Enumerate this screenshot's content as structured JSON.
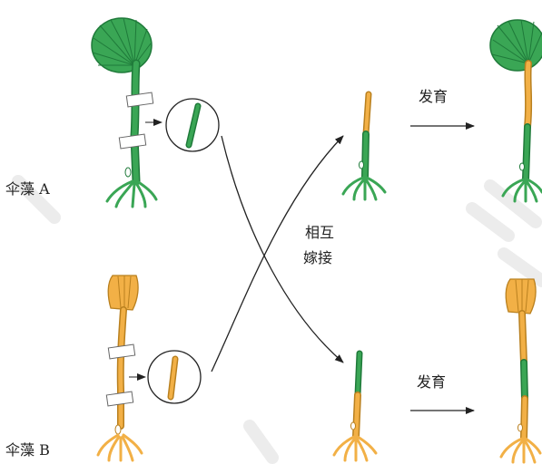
{
  "labels": {
    "alga_a": "伞藻 A",
    "alga_b": "伞藻 B",
    "graft_line1": "相互",
    "graft_line2": "嫁接",
    "develop_top": "发育",
    "develop_bottom": "发育"
  },
  "colors": {
    "green": "#3aa655",
    "green_dark": "#1f7a3a",
    "orange": "#f2b046",
    "orange_dark": "#b9801f",
    "line": "#222222",
    "watermark": "#e9e9e9"
  }
}
